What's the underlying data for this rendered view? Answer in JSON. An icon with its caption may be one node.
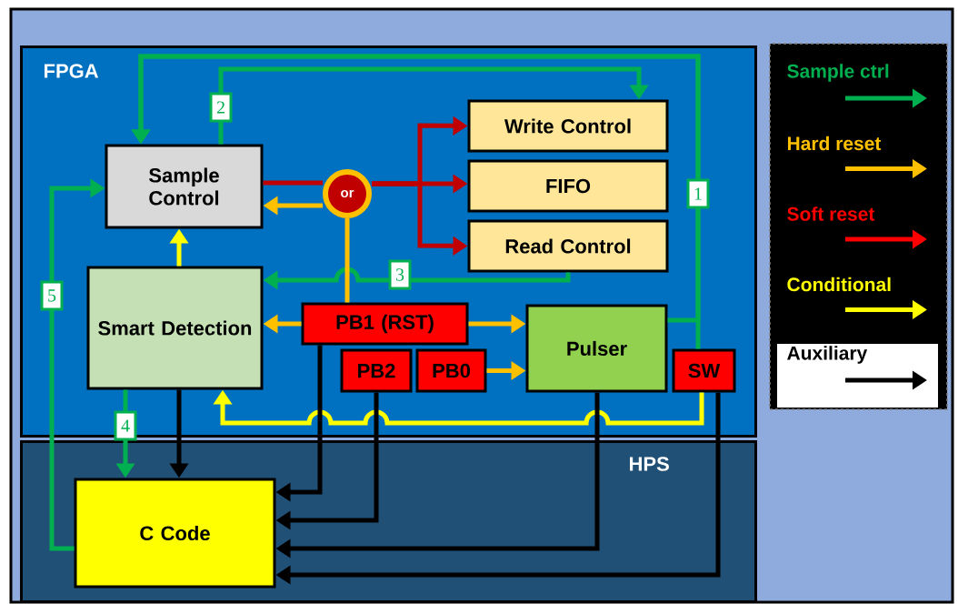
{
  "diagram": {
    "nodes": [
      {
        "text": [],
        "shape": "box"
      },
      {
        "text": [
          "FPGA"
        ],
        "in": 0
      },
      {
        "text": [
          "HPS"
        ],
        "in": 0
      },
      {
        "text": [
          "Sample Control"
        ],
        "in": 1
      },
      {
        "text": [
          "Write Control"
        ],
        "in": 1
      },
      {
        "text": [
          "FIFO"
        ],
        "in": 1
      },
      {
        "text": [
          "Read Control"
        ],
        "in": 1
      },
      {
        "text": [
          "or"
        ],
        "in": 1
      },
      {
        "text": [
          "Smart Detection"
        ],
        "in": 1
      },
      {
        "text": [
          "PB1 (RST)"
        ],
        "in": 1
      },
      {
        "text": [
          "PB2"
        ],
        "in": 1
      },
      {
        "text": [
          "PB0"
        ],
        "in": 1
      },
      {
        "text": [
          "Pulser"
        ],
        "in": 1
      },
      {
        "text": [
          "SW"
        ],
        "in": 1
      },
      {
        "text": [
          "C Code"
        ],
        "in": 2
      }
    ],
    "edges": [
      {
        "from": 12,
        "to": 3,
        "arrow": "to",
        "label": "1",
        "color": "#00b050"
      },
      {
        "from": 13,
        "to": 3,
        "arrow": "to",
        "color": "#00b050"
      },
      {
        "from": 3,
        "to": 4,
        "arrow": "to",
        "label": "2",
        "color": "#00b050"
      },
      {
        "from": 6,
        "to": 8,
        "arrow": "to",
        "label": "3",
        "color": "#00b050"
      },
      {
        "from": 8,
        "to": 14,
        "arrow": "to",
        "label": "4",
        "color": "#00b050"
      },
      {
        "from": 14,
        "to": 3,
        "arrow": "to",
        "label": "5",
        "color": "#00b050"
      },
      {
        "from": 3,
        "to": 7,
        "arrow": "none",
        "color": "#c00000"
      },
      {
        "from": 7,
        "to": 4,
        "arrow": "to",
        "color": "#c00000"
      },
      {
        "from": 7,
        "to": 5,
        "arrow": "to",
        "color": "#c00000"
      },
      {
        "from": 7,
        "to": 6,
        "arrow": "to",
        "color": "#c00000"
      },
      {
        "from": 7,
        "to": 3,
        "arrow": "to",
        "color": "#ffc000"
      },
      {
        "from": 9,
        "to": 7,
        "arrow": "none",
        "color": "#ffc000"
      },
      {
        "from": 9,
        "to": 8,
        "arrow": "to",
        "color": "#ffc000"
      },
      {
        "from": 9,
        "to": 12,
        "arrow": "to",
        "color": "#ffc000"
      },
      {
        "from": 11,
        "to": 12,
        "arrow": "to",
        "color": "#ffc000"
      },
      {
        "from": 8,
        "to": 3,
        "arrow": "to",
        "color": "#ffff00"
      },
      {
        "from": 13,
        "to": 8,
        "arrow": "to",
        "color": "#ffff00"
      },
      {
        "from": 8,
        "to": 14,
        "arrow": "to",
        "color": "#000000"
      },
      {
        "from": 9,
        "to": 14,
        "arrow": "to",
        "color": "#000000"
      },
      {
        "from": 10,
        "to": 14,
        "arrow": "to",
        "color": "#000000"
      },
      {
        "from": 12,
        "to": 14,
        "arrow": "to",
        "color": "#000000"
      },
      {
        "from": 13,
        "to": 14,
        "arrow": "to",
        "color": "#000000"
      }
    ],
    "legend": [
      {
        "text": "Sample ctrl"
      },
      {
        "text": "Hard reset"
      },
      {
        "text": "Soft reset"
      },
      {
        "text": "Conditional"
      },
      {
        "text": "Auxiliary"
      }
    ]
  }
}
